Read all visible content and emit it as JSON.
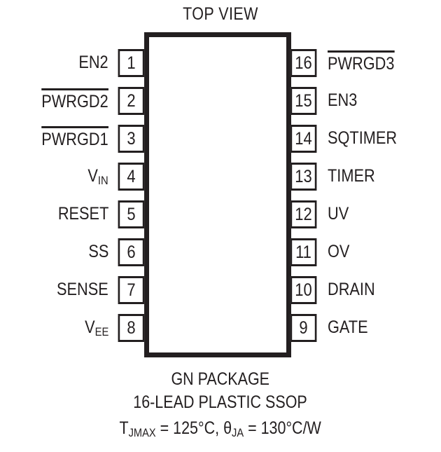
{
  "diagram": {
    "title": "TOP VIEW",
    "package_body": {
      "fill_color": "#ffffff",
      "border_color": "#231f20"
    },
    "pins_left": [
      {
        "number": "1",
        "label": "EN2",
        "overline": false,
        "subscript": ""
      },
      {
        "number": "2",
        "label": "PWRGD2",
        "overline": true,
        "subscript": ""
      },
      {
        "number": "3",
        "label": "PWRGD1",
        "overline": true,
        "subscript": ""
      },
      {
        "number": "4",
        "label": "V",
        "overline": false,
        "subscript": "IN"
      },
      {
        "number": "5",
        "label": "RESET",
        "overline": false,
        "subscript": ""
      },
      {
        "number": "6",
        "label": "SS",
        "overline": false,
        "subscript": ""
      },
      {
        "number": "7",
        "label": "SENSE",
        "overline": false,
        "subscript": ""
      },
      {
        "number": "8",
        "label": "V",
        "overline": false,
        "subscript": "EE"
      }
    ],
    "pins_right": [
      {
        "number": "16",
        "label": "PWRGD3",
        "overline": true,
        "subscript": ""
      },
      {
        "number": "15",
        "label": "EN3",
        "overline": false,
        "subscript": ""
      },
      {
        "number": "14",
        "label": "SQTIMER",
        "overline": false,
        "subscript": ""
      },
      {
        "number": "13",
        "label": "TIMER",
        "overline": false,
        "subscript": ""
      },
      {
        "number": "12",
        "label": "UV",
        "overline": false,
        "subscript": ""
      },
      {
        "number": "11",
        "label": "OV",
        "overline": false,
        "subscript": ""
      },
      {
        "number": "10",
        "label": "DRAIN",
        "overline": false,
        "subscript": ""
      },
      {
        "number": "9",
        "label": "GATE",
        "overline": false,
        "subscript": ""
      }
    ],
    "caption": {
      "line1": "GN PACKAGE",
      "line2": "16-LEAD PLASTIC SSOP",
      "line3_prefix": "T",
      "line3_sub1": "JMAX",
      "line3_mid": " = 125°C, ",
      "line3_theta": "θ",
      "line3_sub2": "JA",
      "line3_suffix": " = 130°C/W"
    }
  }
}
